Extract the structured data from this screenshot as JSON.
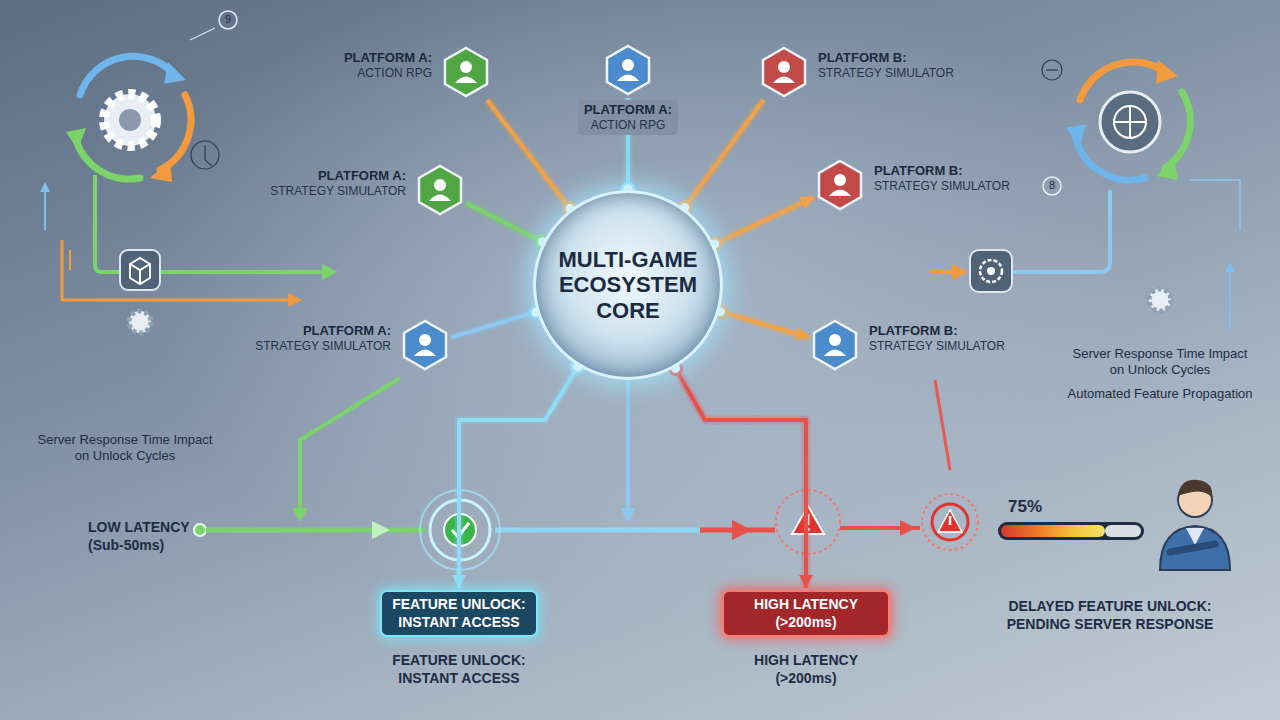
{
  "diagram": {
    "nodes": [
      {
        "text": [
          "PLATFORM A:",
          "ACTION RPG"
        ]
      },
      {
        "text": [
          "PLATFORM A:",
          "ACTION RPG"
        ]
      },
      {
        "text": [
          "PLATFORM B:",
          "STRATEGY SIMULATOR"
        ]
      },
      {
        "text": [
          "PLATFORM A:",
          "STRATEGY SIMULATOR"
        ]
      },
      {
        "text": [
          "MULTI-GAME ECOSYSTEM CORE"
        ]
      },
      {
        "text": [
          "PLATFORM B:",
          "STRATEGY SIMULATOR"
        ]
      },
      {
        "text": [
          "PLATFORM A:",
          "STRATEGY SIMULATOR"
        ]
      },
      {
        "text": [
          "PLATFORM B:",
          "STRATEGY SIMULATOR"
        ]
      },
      {
        "text": [
          "FEATURE UNLOCK: INSTANT ACCESS"
        ]
      },
      {
        "text": [
          "HIGH LATENCY (>200ms)"
        ]
      }
    ],
    "edges": [
      {
        "from": 4,
        "to": 0,
        "arrow": "none"
      },
      {
        "from": 4,
        "to": 1,
        "arrow": "none"
      },
      {
        "from": 4,
        "to": 2,
        "arrow": "none"
      },
      {
        "from": 4,
        "to": 3,
        "arrow": "none"
      },
      {
        "from": 4,
        "to": 5,
        "arrow": "to"
      },
      {
        "from": 4,
        "to": 6,
        "arrow": "none"
      },
      {
        "from": 4,
        "to": 7,
        "arrow": "to"
      },
      {
        "from": 4,
        "to": 8,
        "arrow": "to"
      },
      {
        "from": 4,
        "to": 9,
        "arrow": "to"
      }
    ],
    "labels": [
      "LOW LATENCY (Sub-50ms)",
      "FEATURE UNLOCK: INSTANT ACCESS",
      "HIGH LATENCY (>200ms)",
      "75%",
      "DELAYED FEATURE UNLOCK: PENDING SERVER RESPONSE",
      "Server Response Time Impact on Unlock Cycles",
      "Server Response Time Impact on Unlock Cycles",
      "Automated Feature Propagation",
      "9",
      "8"
    ]
  }
}
